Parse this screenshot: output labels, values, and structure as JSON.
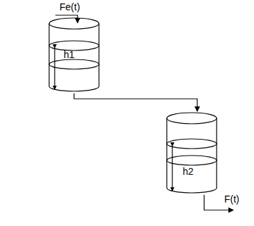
{
  "diagram": {
    "nodes": [
      {
        "text": [
          "h1"
        ]
      },
      {
        "text": [
          "h2"
        ]
      }
    ],
    "edges": [
      {
        "from": 0,
        "to": 1,
        "arrow": "to"
      }
    ],
    "labels": [
      "Fe(t)",
      "F(t)"
    ]
  }
}
